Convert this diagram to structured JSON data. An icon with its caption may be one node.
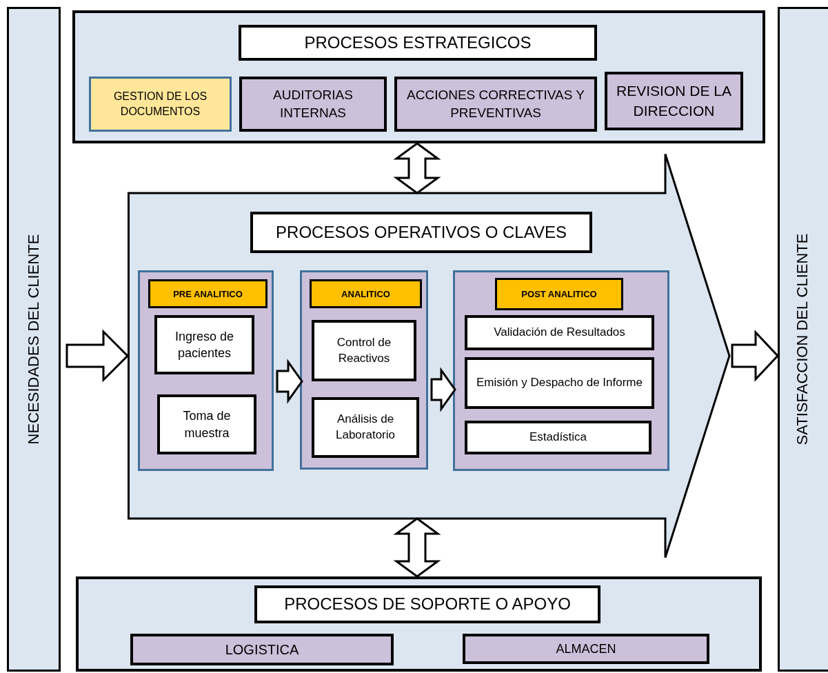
{
  "diagram": {
    "nodes": [
      {
        "text": [
          "NECESIDADES DEL CLIENTE"
        ]
      },
      {
        "text": [],
        "shape": "box"
      },
      {
        "text": [
          "PROCESOS ESTRATEGICOS"
        ],
        "in": 1
      },
      {
        "text": [
          "GESTION DE LOS DOCUMENTOS"
        ],
        "in": 1
      },
      {
        "text": [
          "AUDITORIAS INTERNAS"
        ],
        "in": 1
      },
      {
        "text": [
          "ACCIONES CORRECTIVAS Y PREVENTIVAS"
        ],
        "in": 1
      },
      {
        "text": [
          "REVISION DE LA DIRECCION"
        ],
        "in": 1
      },
      {
        "text": [],
        "shape": "arrow"
      },
      {
        "text": [
          "PROCESOS OPERATIVOS O CLAVES"
        ],
        "in": 7
      },
      {
        "text": [
          "PRE ANALITICO"
        ],
        "in": 7
      },
      {
        "text": [
          "Ingreso de pacientes"
        ],
        "in": 9
      },
      {
        "text": [
          "Toma de muestra"
        ],
        "in": 9
      },
      {
        "text": [
          "ANALITICO"
        ],
        "in": 7
      },
      {
        "text": [
          "Control de Reactivos"
        ],
        "in": 12
      },
      {
        "text": [
          "Análisis de Laboratorio"
        ],
        "in": 12
      },
      {
        "text": [
          "POST ANALITICO"
        ],
        "in": 7
      },
      {
        "text": [
          "Validación de Resultados"
        ],
        "in": 15
      },
      {
        "text": [
          "Emisión y Despacho de Informe"
        ],
        "in": 15
      },
      {
        "text": [
          "Estadística"
        ],
        "in": 15
      },
      {
        "text": [],
        "shape": "box"
      },
      {
        "text": [
          "PROCESOS DE SOPORTE O APOYO"
        ],
        "in": 19
      },
      {
        "text": [
          "LOGISTICA"
        ],
        "in": 19
      },
      {
        "text": [
          "ALMACEN"
        ],
        "in": 19
      },
      {
        "text": [
          "SATISFACCION DEL CLIENTE"
        ]
      }
    ],
    "edges": [
      {
        "from": 1,
        "to": 7,
        "arrow": "both"
      },
      {
        "from": 0,
        "to": 7,
        "arrow": "to"
      },
      {
        "from": 9,
        "to": 12,
        "arrow": "to"
      },
      {
        "from": 12,
        "to": 15,
        "arrow": "to"
      },
      {
        "from": 7,
        "to": 23,
        "arrow": "to"
      },
      {
        "from": 7,
        "to": 19,
        "arrow": "both"
      }
    ]
  }
}
